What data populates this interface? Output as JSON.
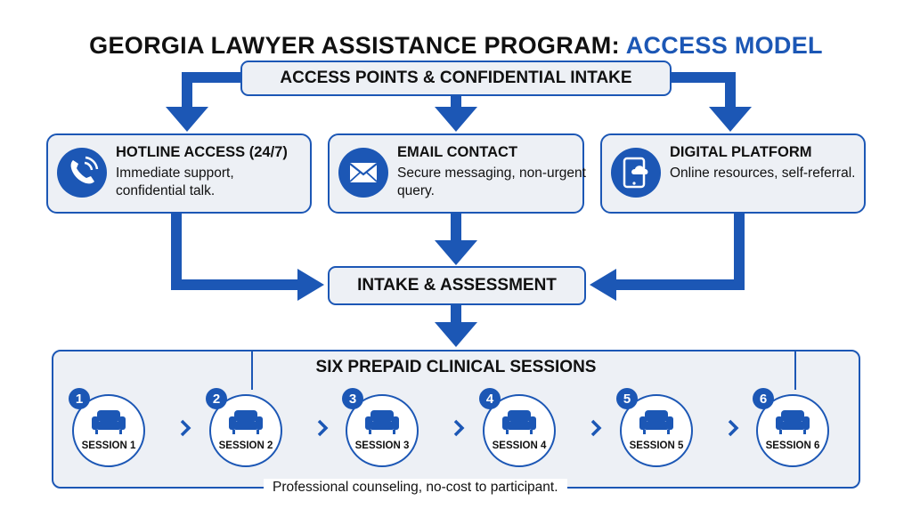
{
  "title": {
    "main": "GEORGIA LAWYER ASSISTANCE PROGRAM:",
    "accent": "ACCESS MODEL"
  },
  "colors": {
    "accent": "#1c57b5",
    "box_fill": "#edf0f5",
    "text": "#111111"
  },
  "access_header": "ACCESS POINTS & CONFIDENTIAL INTAKE",
  "channels": [
    {
      "icon": "phone-icon",
      "title": "HOTLINE ACCESS (24/7)",
      "desc": "Immediate support, confidential talk."
    },
    {
      "icon": "envelope-icon",
      "title": "EMAIL CONTACT",
      "desc": "Secure messaging, non-urgent query."
    },
    {
      "icon": "tablet-cloud-icon",
      "title": "DIGITAL PLATFORM",
      "desc": "Online resources, self-referral."
    }
  ],
  "intake": "INTAKE & ASSESSMENT",
  "sessions": {
    "title": "SIX PREPAID CLINICAL SESSIONS",
    "icon": "couch-icon",
    "items": [
      {
        "number": "1",
        "label": "SESSION 1"
      },
      {
        "number": "2",
        "label": "SESSION 2"
      },
      {
        "number": "3",
        "label": "SESSION 3"
      },
      {
        "number": "4",
        "label": "SESSION 4"
      },
      {
        "number": "5",
        "label": "SESSION 5"
      },
      {
        "number": "6",
        "label": "SESSION 6"
      }
    ]
  },
  "footnote": "Professional counseling, no-cost to participant."
}
